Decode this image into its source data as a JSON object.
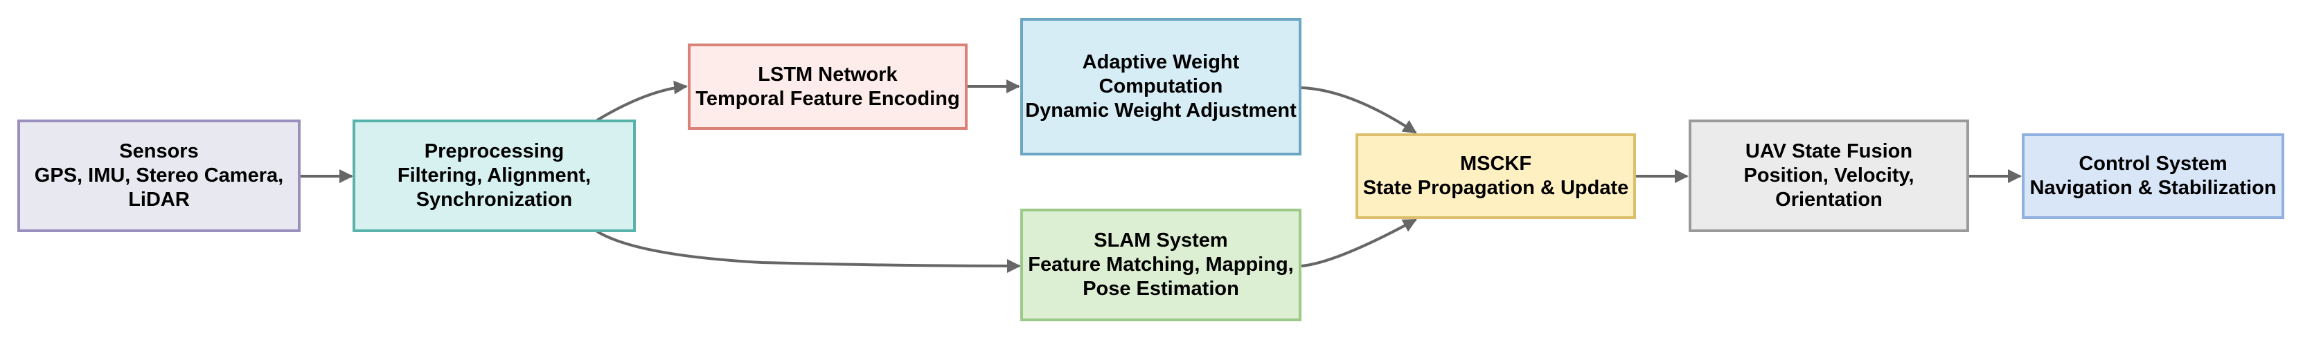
{
  "nodes": {
    "sensors": {
      "lines": [
        "Sensors",
        "GPS, IMU, Stereo Camera,",
        "LiDAR"
      ],
      "fill": "#e8e8f0",
      "border": "#9a8fbd"
    },
    "preprocessing": {
      "lines": [
        "Preprocessing",
        "Filtering, Alignment,",
        "Synchronization"
      ],
      "fill": "#d6f1f0",
      "border": "#58b3ab"
    },
    "lstm": {
      "lines": [
        "LSTM Network",
        "Temporal Feature Encoding"
      ],
      "fill": "#fdecea",
      "border": "#d98378"
    },
    "adaptive": {
      "lines": [
        "Adaptive Weight",
        "Computation",
        "Dynamic Weight Adjustment"
      ],
      "fill": "#d6edf6",
      "border": "#6ba6c4"
    },
    "slam": {
      "lines": [
        "SLAM System",
        "Feature Matching, Mapping,",
        "Pose Estimation"
      ],
      "fill": "#dcefd2",
      "border": "#9bc988"
    },
    "msckf": {
      "lines": [
        "MSCKF",
        "State Propagation & Update"
      ],
      "fill": "#fff0c2",
      "border": "#ddbf6b"
    },
    "uav": {
      "lines": [
        "UAV State Fusion",
        "Position, Velocity,",
        "Orientation"
      ],
      "fill": "#ebebeb",
      "border": "#9a9a9a"
    },
    "control": {
      "lines": [
        "Control System",
        "Navigation & Stabilization"
      ],
      "fill": "#d9e6f8",
      "border": "#8fb0e0"
    }
  },
  "colors": {
    "edge": "#666666",
    "background": "#ffffff"
  }
}
